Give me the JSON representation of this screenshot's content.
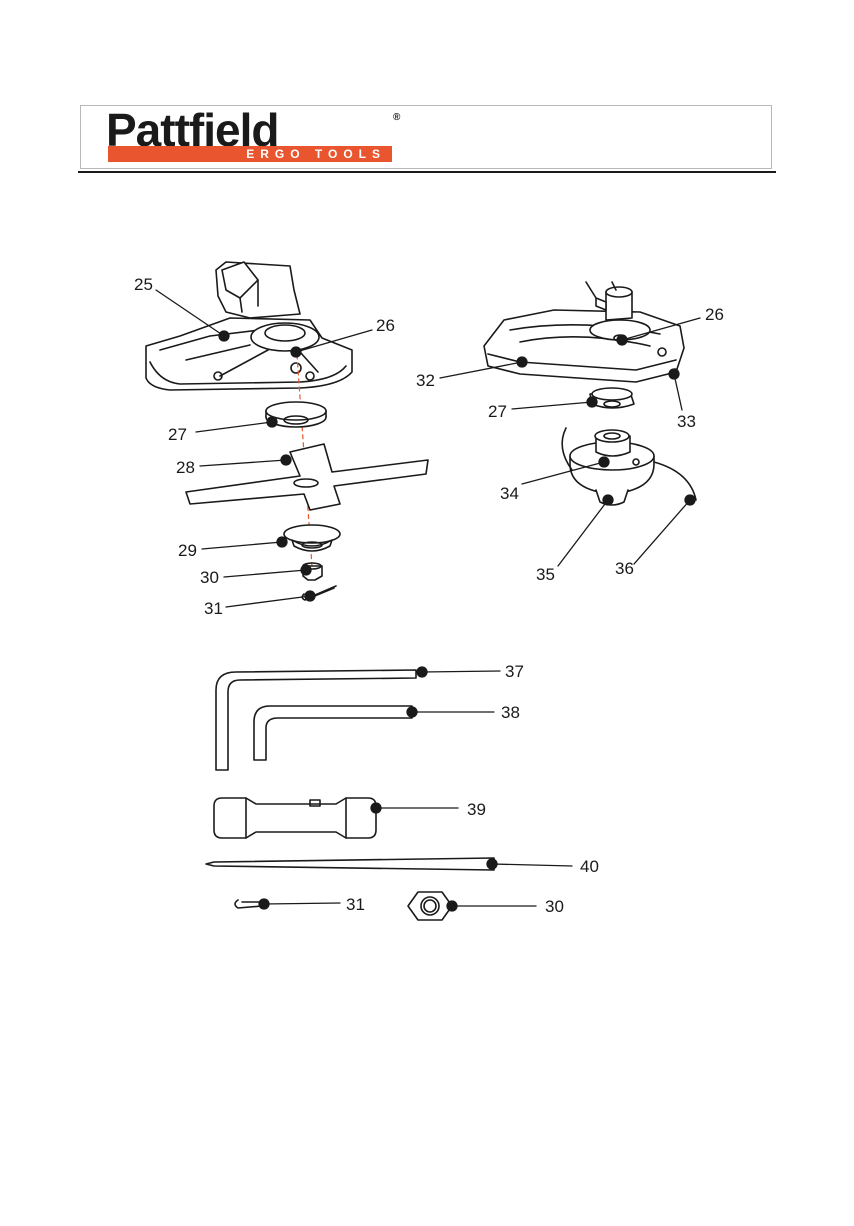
{
  "brand": {
    "name": "Pattfield",
    "registered": "®",
    "tagline": "ERGO TOOLS",
    "accent_color": "#e8552f"
  },
  "callouts": {
    "c25": "25",
    "c26a": "26",
    "c27a": "27",
    "c28": "28",
    "c29": "29",
    "c30a": "30",
    "c31a": "31",
    "c32": "32",
    "c26b": "26",
    "c27b": "27",
    "c33": "33",
    "c34": "34",
    "c35": "35",
    "c36": "36",
    "c37": "37",
    "c38": "38",
    "c39": "39",
    "c40": "40",
    "c31b": "31",
    "c30b": "30"
  },
  "parts": {
    "left_assembly": [
      "blade-guard",
      "blade-flange-top",
      "blade-4-tooth",
      "blade-flange-bottom",
      "nut",
      "split-pin"
    ],
    "right_assembly": [
      "guard",
      "flange",
      "trimmer-head",
      "line"
    ],
    "tools": [
      "hex-key-large",
      "hex-key-small",
      "box-spanner",
      "tommy-bar",
      "split-pin",
      "nut"
    ]
  }
}
